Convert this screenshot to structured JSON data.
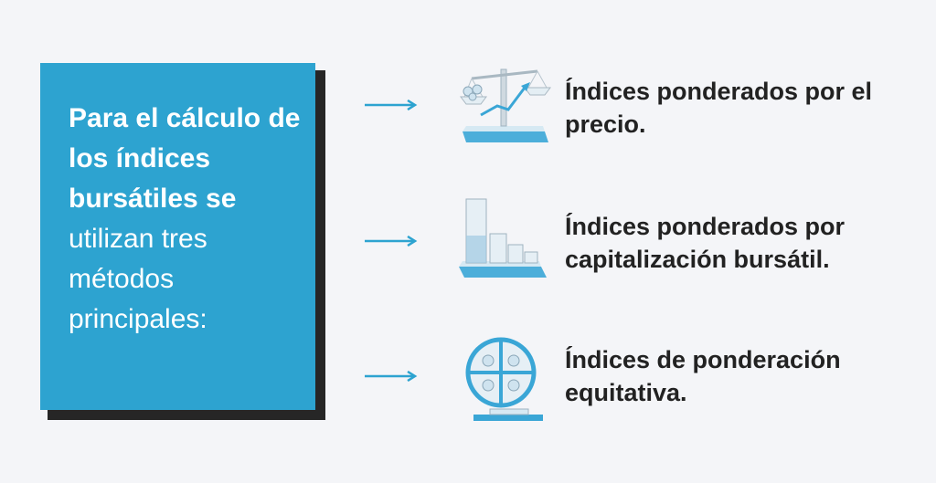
{
  "panel": {
    "bold_text": "Para el cálculo de los índices bursátiles se",
    "light_text": "utilizan tres métodos principales:",
    "background_color": "#2da3d0",
    "shadow_color": "#262626"
  },
  "methods": [
    {
      "label": "Índices ponderados por el precio.",
      "icon": "balance-scale-icon"
    },
    {
      "label": "Índices ponderados por capitalización bursátil.",
      "icon": "bar-chart-icon"
    },
    {
      "label": "Índices de ponderación equitativa.",
      "icon": "quadrant-circle-icon"
    }
  ],
  "accent_color": "#2da3d0"
}
